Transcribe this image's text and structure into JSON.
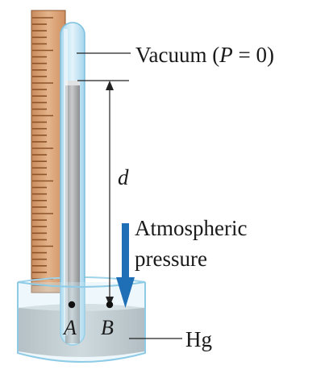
{
  "labels": {
    "vacuum_prefix": "Vacuum (",
    "vacuum_var": "P",
    "vacuum_suffix": " = 0)",
    "height": "d",
    "atmospheric_line1": "Atmospheric",
    "atmospheric_line2": "pressure",
    "point_a": "A",
    "point_b": "B",
    "mercury": "Hg"
  },
  "icons": {
    "pressure_arrow": "arrow-down-icon"
  },
  "colors": {
    "ruler": "#d9a276",
    "ruler_marks": "#9a5a2e",
    "tube_glass": "#bfe4f4",
    "mercury_column": "#a9acae",
    "mercury_pool": "#b8babb",
    "dish_glass": "#cfeaf7",
    "arrow": "#1f6fb6",
    "text": "#1a1a1a"
  }
}
